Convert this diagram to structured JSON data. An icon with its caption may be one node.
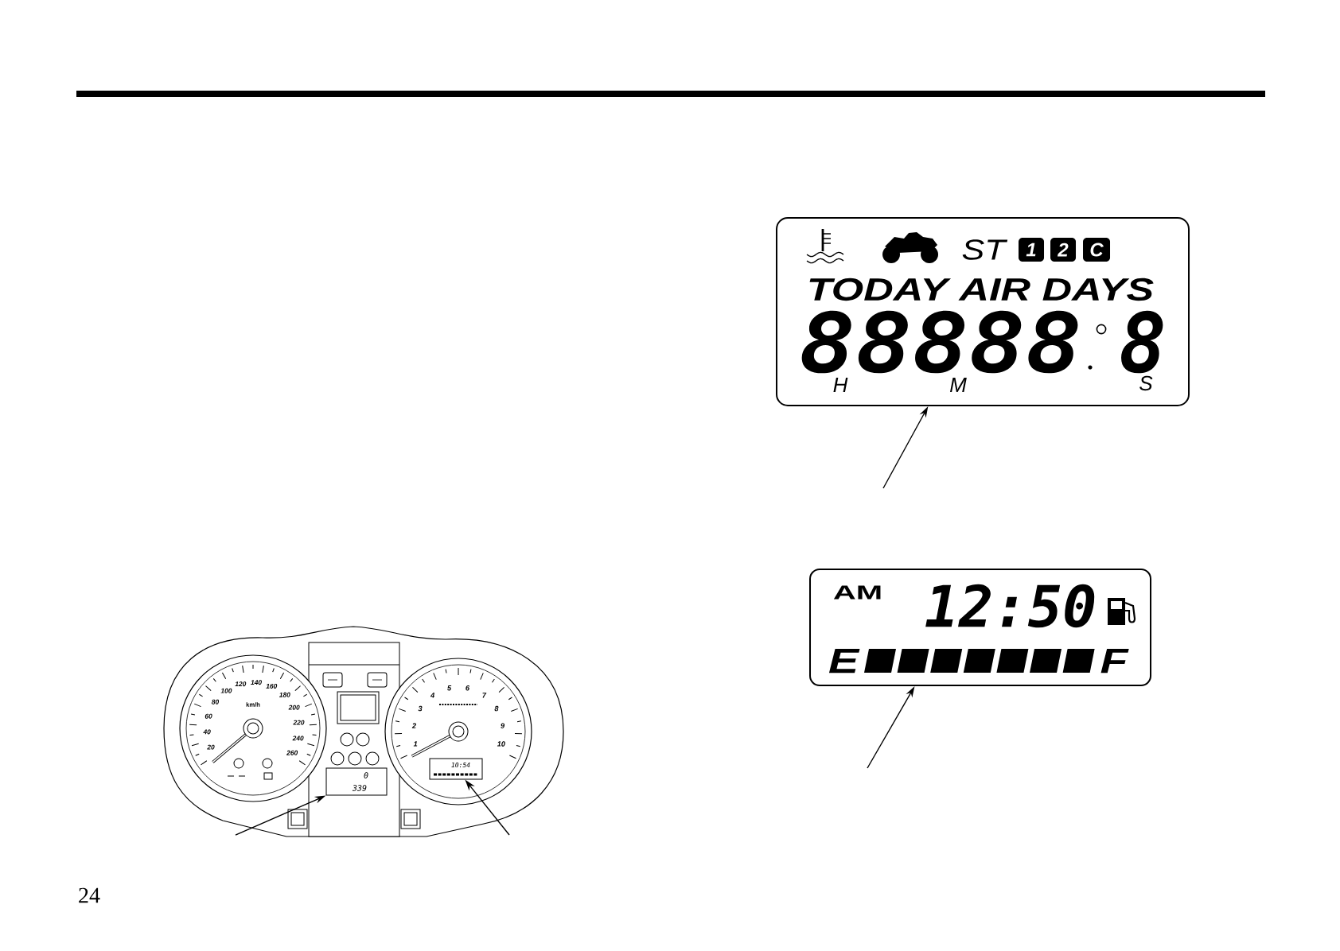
{
  "diagram": {
    "nodes": [
      {
        "text": [
          "ST",
          "1",
          "2",
          "C",
          "TODAY AIR DAYS",
          "88888",
          "8",
          "H",
          "M",
          "S"
        ]
      },
      {
        "text": [
          "AM",
          "12:50",
          "E",
          "F"
        ]
      },
      {
        "text": [],
        "shape": "picture"
      },
      {
        "text": [
          "0",
          "339"
        ],
        "in": 2
      },
      {
        "text": [
          "10:54"
        ],
        "in": 2
      }
    ],
    "edges": [
      {
        "from": null,
        "to": 0,
        "arrow": "to"
      },
      {
        "from": null,
        "to": 1,
        "arrow": "to"
      },
      {
        "from": null,
        "to": 3,
        "arrow": "to"
      },
      {
        "from": null,
        "to": 4,
        "arrow": "to"
      }
    ],
    "labels": [
      "20",
      "40",
      "60",
      "80",
      "100",
      "120",
      "140",
      "160",
      "180",
      "200",
      "220",
      "240",
      "260",
      "km/h",
      "1",
      "2",
      "3",
      "4",
      "5",
      "6",
      "7",
      "8",
      "9",
      "10",
      "24"
    ]
  }
}
